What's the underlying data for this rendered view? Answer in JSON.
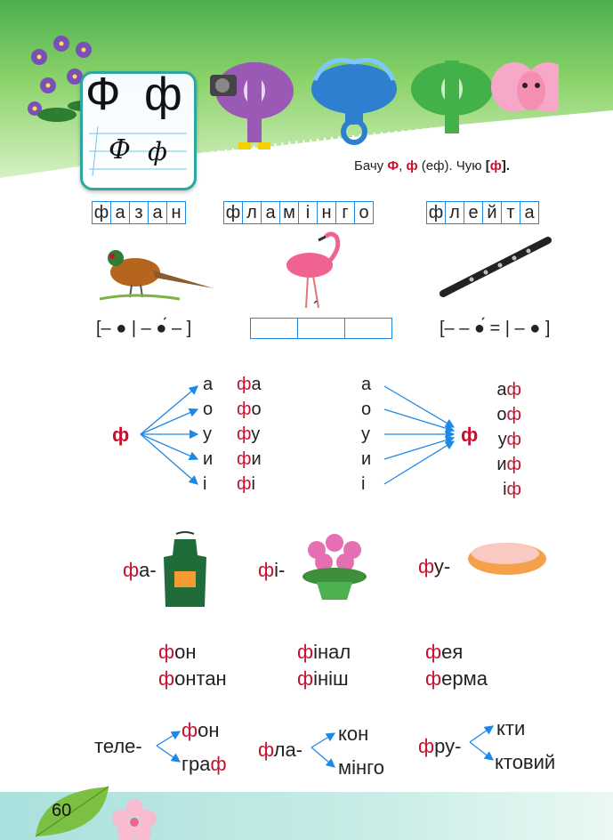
{
  "header": {
    "card_letters": "Ф ф",
    "card_script_upper": "Ф",
    "card_script_lower": "ф"
  },
  "see_hear": {
    "prefix": "Бачу ",
    "upper": "Ф",
    "comma": ", ",
    "lower": "ф",
    "name": " (еф). Чую ",
    "open": "[",
    "sound": "ф",
    "close": "]."
  },
  "words": {
    "pheasant": [
      "ф",
      "а",
      "з",
      "а",
      "н"
    ],
    "flamingo": [
      "ф",
      "л",
      "а",
      "м",
      "і",
      "н",
      "г",
      "о"
    ],
    "flute": [
      "ф",
      "л",
      "е",
      "й",
      "т",
      "а"
    ]
  },
  "schemes": {
    "pheasant": "[– ● | – ●́ – ]",
    "flute": "[– – ●́ = | – ● ]",
    "flamingo_accent": "´"
  },
  "syllables": {
    "f": "ф",
    "vowels": [
      "а",
      "о",
      "у",
      "и",
      "і"
    ],
    "open_left": [
      "а",
      "о",
      "у",
      "и",
      "і"
    ],
    "closed_right": [
      "а",
      "о",
      "у",
      "и",
      "і"
    ]
  },
  "pictures_syllables": {
    "fa": {
      "consonant": "ф",
      "rest": "а-"
    },
    "fi": {
      "consonant": "ф",
      "rest": "і-"
    },
    "fu": {
      "consonant": "ф",
      "rest": "у-"
    }
  },
  "word_columns": [
    [
      {
        "c": "ф",
        "r": "он"
      },
      {
        "c": "ф",
        "r": "онтан"
      }
    ],
    [
      {
        "c": "ф",
        "r": "інал"
      },
      {
        "c": "ф",
        "r": "ініш"
      }
    ],
    [
      {
        "c": "ф",
        "r": "ея"
      },
      {
        "c": "ф",
        "r": "ерма"
      }
    ]
  ],
  "branches": {
    "tele": {
      "root": "теле-",
      "top_c": "ф",
      "top_r": "он",
      "bottom_pre": "гра",
      "bottom_c": "ф"
    },
    "fla": {
      "root_c": "ф",
      "root_r": "ла-",
      "top": "кон",
      "bottom": "мінго"
    },
    "fru": {
      "root_c": "ф",
      "root_r": "ру-",
      "top": "кти",
      "bottom": "ктовий"
    }
  },
  "page_number": "60",
  "colors": {
    "red": "#c8102e",
    "blue": "#1e88e5",
    "green": "#4caf50",
    "teal": "#2ea6a0"
  }
}
